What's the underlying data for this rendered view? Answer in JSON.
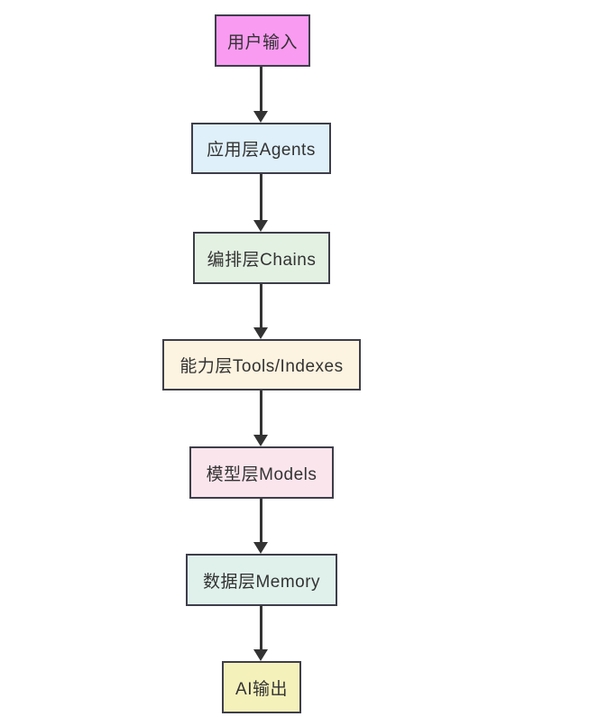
{
  "diagram": {
    "type": "flowchart",
    "direction": "top-down",
    "background": "#ffffff",
    "border_color": "#3e3e4a",
    "text_color": "#333333",
    "arrow_color": "#333333",
    "nodes": [
      {
        "id": "user-input",
        "label": "用户输入",
        "bg": "#fa9bf2"
      },
      {
        "id": "app-layer-agents",
        "label": "应用层Agents",
        "bg": "#dff0fa"
      },
      {
        "id": "orchestration-layer-chains",
        "label": "编排层Chains",
        "bg": "#e3f1e2"
      },
      {
        "id": "capability-layer-tools",
        "label": "能力层Tools/Indexes",
        "bg": "#fcf3e0"
      },
      {
        "id": "model-layer-models",
        "label": "模型层Models",
        "bg": "#fbe5ed"
      },
      {
        "id": "data-layer-memory",
        "label": "数据层Memory",
        "bg": "#e0f1ec"
      },
      {
        "id": "ai-output",
        "label": "AI输出",
        "bg": "#f5f1bb"
      }
    ],
    "edges": [
      {
        "from": "user-input",
        "to": "app-layer-agents"
      },
      {
        "from": "app-layer-agents",
        "to": "orchestration-layer-chains"
      },
      {
        "from": "orchestration-layer-chains",
        "to": "capability-layer-tools"
      },
      {
        "from": "capability-layer-tools",
        "to": "model-layer-models"
      },
      {
        "from": "model-layer-models",
        "to": "data-layer-memory"
      },
      {
        "from": "data-layer-memory",
        "to": "ai-output"
      }
    ]
  }
}
